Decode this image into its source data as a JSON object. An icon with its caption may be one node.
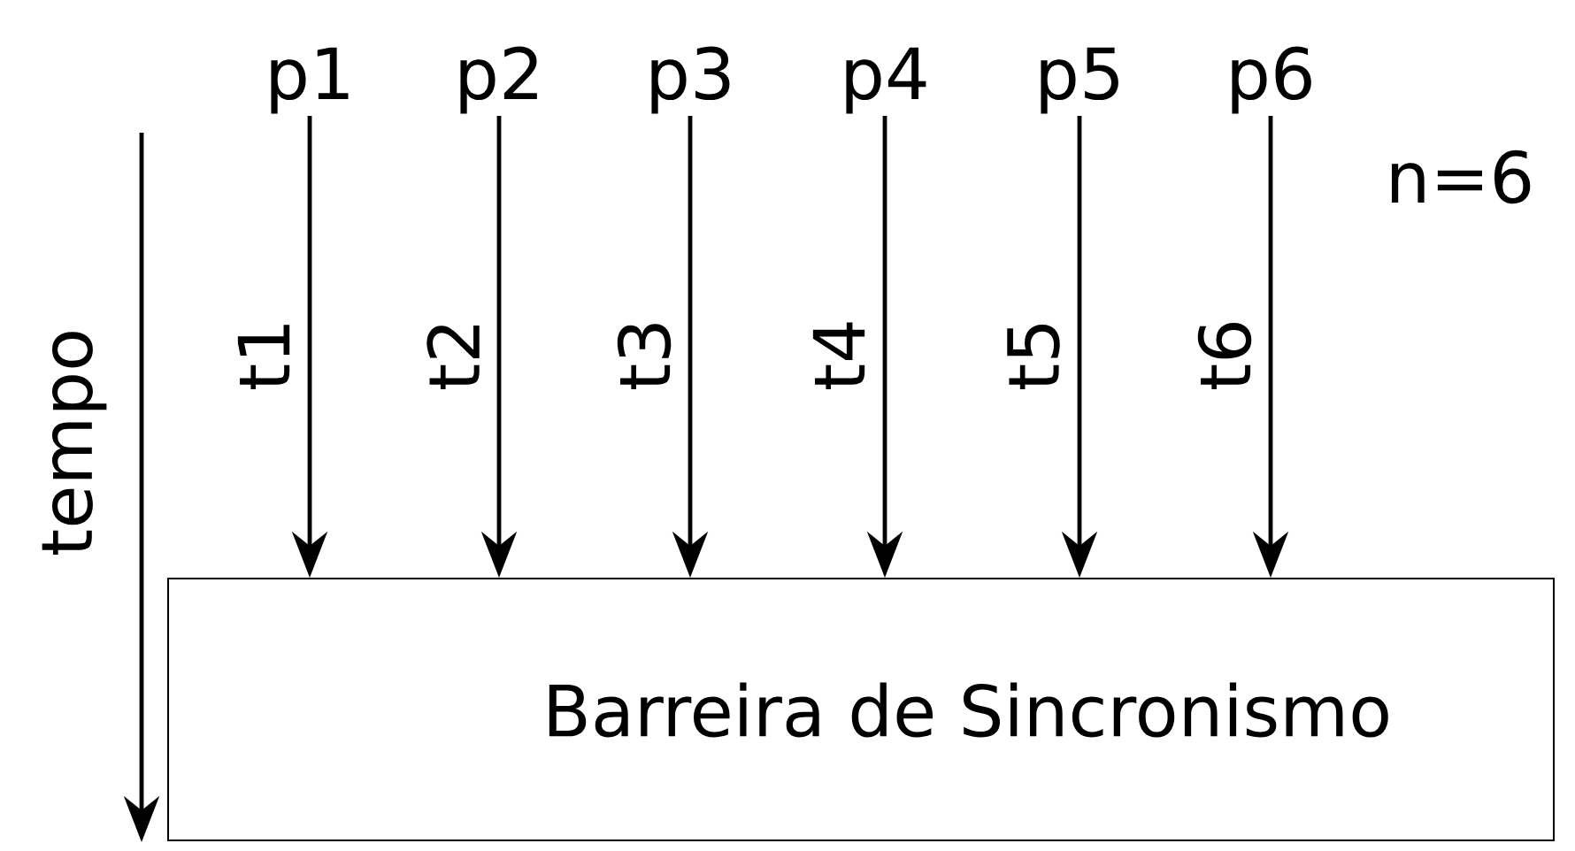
{
  "diagram": {
    "nodes": [
      {
        "text": [
          "p1"
        ]
      },
      {
        "text": [
          "p2"
        ]
      },
      {
        "text": [
          "p3"
        ]
      },
      {
        "text": [
          "p4"
        ]
      },
      {
        "text": [
          "p5"
        ]
      },
      {
        "text": [
          "p6"
        ]
      },
      {
        "text": [
          "Barreira de Sincronismo"
        ]
      }
    ],
    "edges": [
      {
        "from": 0,
        "to": 6,
        "arrow": "to",
        "label": "t1"
      },
      {
        "from": 1,
        "to": 6,
        "arrow": "to",
        "label": "t2"
      },
      {
        "from": 2,
        "to": 6,
        "arrow": "to",
        "label": "t3"
      },
      {
        "from": 3,
        "to": 6,
        "arrow": "to",
        "label": "t4"
      },
      {
        "from": 4,
        "to": 6,
        "arrow": "to",
        "label": "t5"
      },
      {
        "from": 5,
        "to": 6,
        "arrow": "to",
        "label": "t6"
      }
    ],
    "labels": [
      "n=6",
      "tempo"
    ]
  }
}
